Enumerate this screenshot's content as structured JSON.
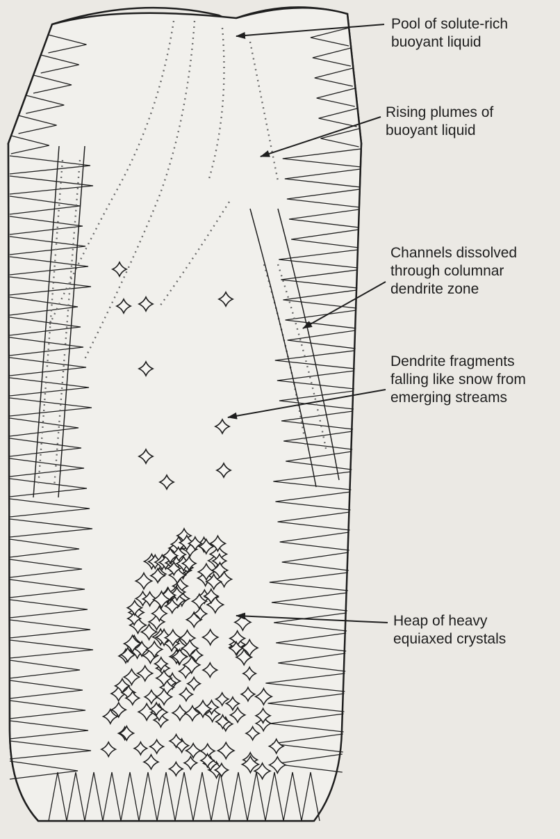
{
  "labels": {
    "pool": [
      "Pool of solute-rich",
      "buoyant liquid"
    ],
    "plumes": [
      "Rising plumes of",
      "buoyant liquid"
    ],
    "channels": [
      "Channels dissolved",
      "through columnar",
      "dendrite zone"
    ],
    "fragments": [
      "Dendrite fragments",
      "falling like snow from",
      "emerging streams"
    ],
    "heap": [
      "Heap of heavy",
      "equiaxed crystals"
    ]
  },
  "colors": {
    "background": "#ebe9e4",
    "ink": "#1e1e1e"
  }
}
